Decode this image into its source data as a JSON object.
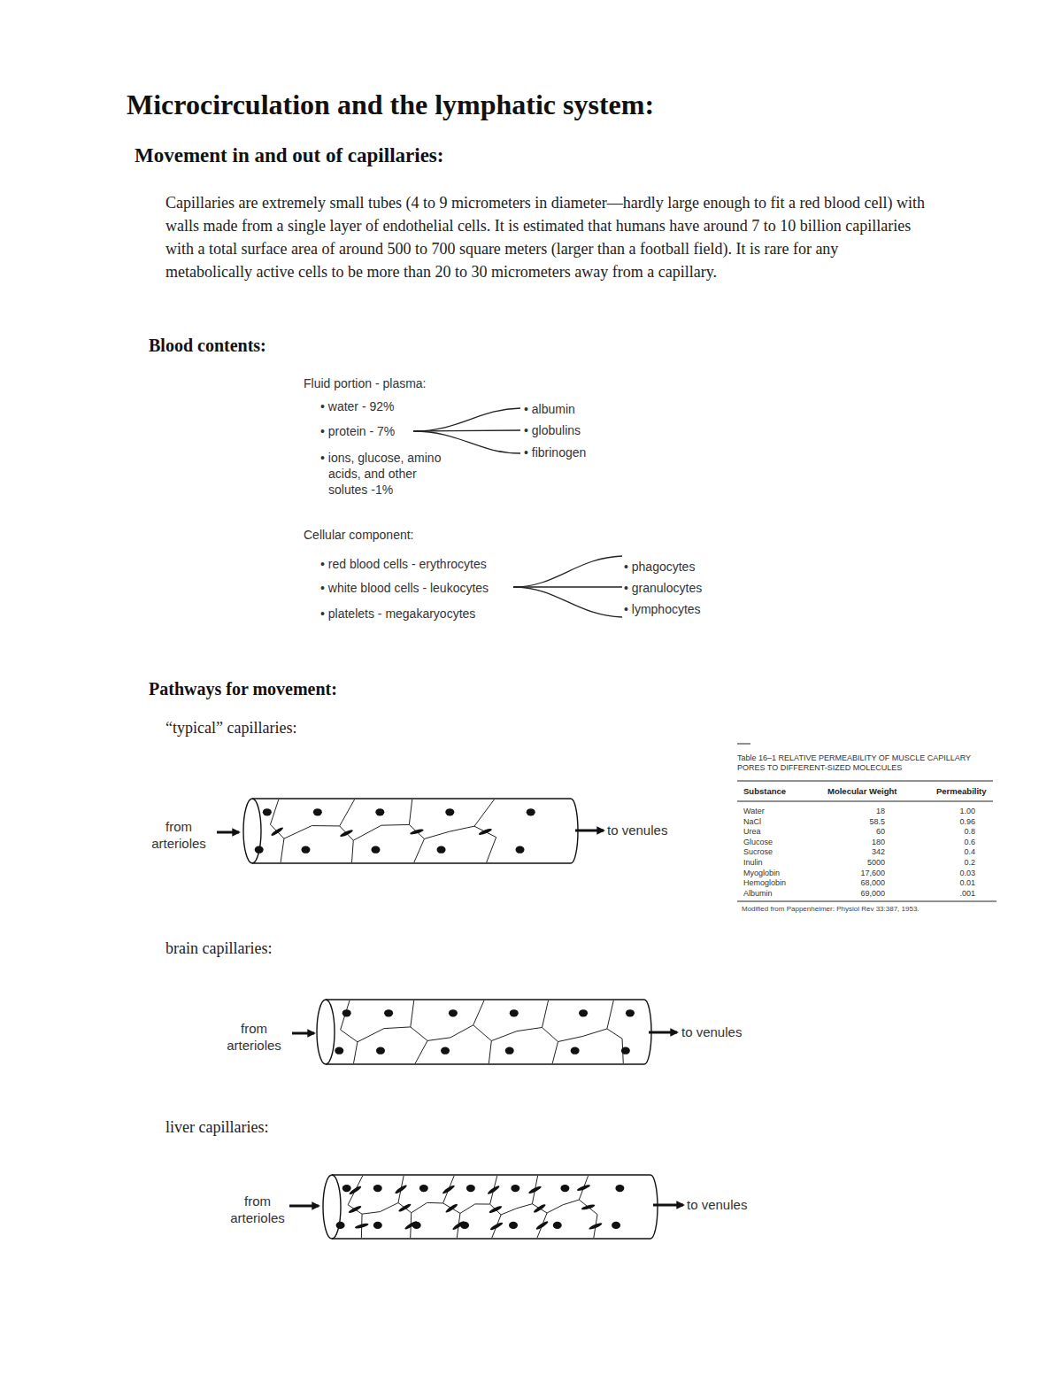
{
  "diagram": {
    "title": "Microcirculation and the lymphatic system:",
    "labels": [
      "Movement in and out of capillaries:",
      "Capillaries are extremely small tubes (4 to 9 micrometers in diameter—hardly large enough to fit a red blood cell) with walls made from a single layer of endothelial cells. It is estimated that humans have around 7 to 10 billion capillaries with a total surface area of around 500 to 700 square meters (larger than a football field). It is rare for any metabolically active cells to be more than 20 to 30 micrometers away from a capillary.",
      "Blood contents:",
      "Fluid portion - plasma:",
      "• water - 92%",
      "• protein - 7%",
      "• ions, glucose, amino acids, and other solutes -1%",
      "• albumin",
      "• globulins",
      "• fibrinogen",
      "Cellular component:",
      "• red blood cells - erythrocytes",
      "• white blood cells - leukocytes",
      "• platelets - megakaryocytes",
      "• phagocytes",
      "• granulocytes",
      "• lymphocytes",
      "Pathways for movement:",
      "“typical” capillaries:",
      "from arterioles",
      "to venules",
      "brain capillaries:",
      "from arterioles",
      "to venules",
      "liver capillaries:",
      "from arterioles",
      "to venules",
      "Table 16–1 RELATIVE PERMEABILITY OF MUSCLE CAPILLARY PORES TO DIFFERENT-SIZED MOLECULES",
      "Substance",
      "Molecular Weight",
      "Permeability",
      "Water",
      "18",
      "1.00",
      "NaCl",
      "58.5",
      "0.96",
      "Urea",
      "60",
      "0.8",
      "Glucose",
      "180",
      "0.6",
      "Sucrose",
      "342",
      "0.4",
      "Inulin",
      "5000",
      "0.2",
      "Myoglobin",
      "17,600",
      "0.03",
      "Hemoglobin",
      "68,000",
      "0.01",
      "Albumin",
      "69,000",
      ".001",
      "Modified from Pappenheimer: Physiol Rev 33:387, 1953."
    ]
  }
}
